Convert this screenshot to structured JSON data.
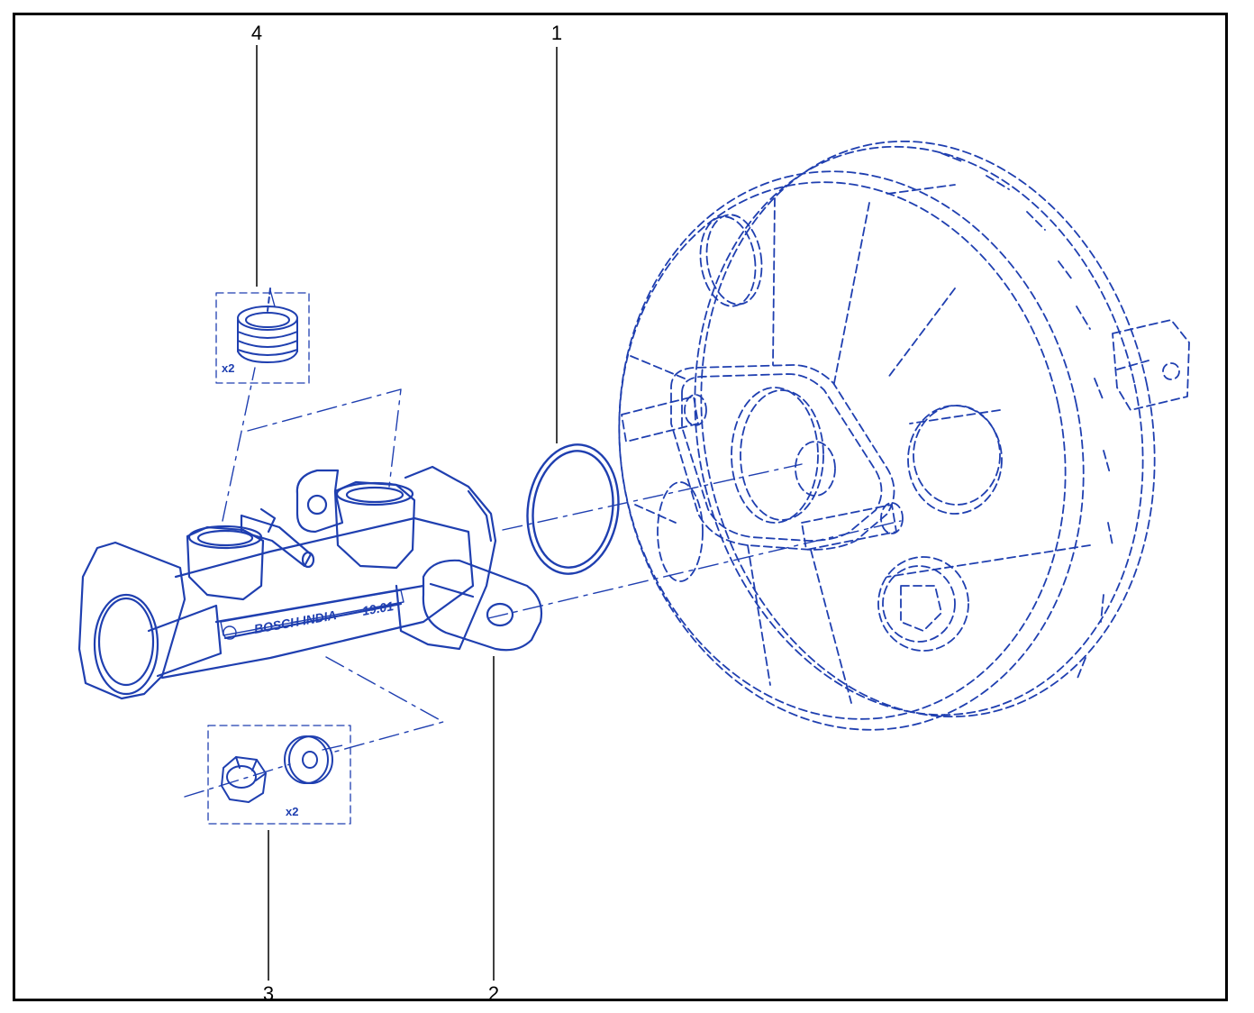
{
  "colors": {
    "line": "#1f3fb0",
    "leader": "#000000",
    "frame": "#000000"
  },
  "callouts": [
    {
      "id": "1",
      "label": "1"
    },
    {
      "id": "2",
      "label": "2"
    },
    {
      "id": "3",
      "label": "3"
    },
    {
      "id": "4",
      "label": "4"
    }
  ],
  "quantities": {
    "seal": "x2",
    "nut_washer": "x2"
  },
  "castings": {
    "brand": "BOSCH INDIA",
    "code": "19.01"
  }
}
